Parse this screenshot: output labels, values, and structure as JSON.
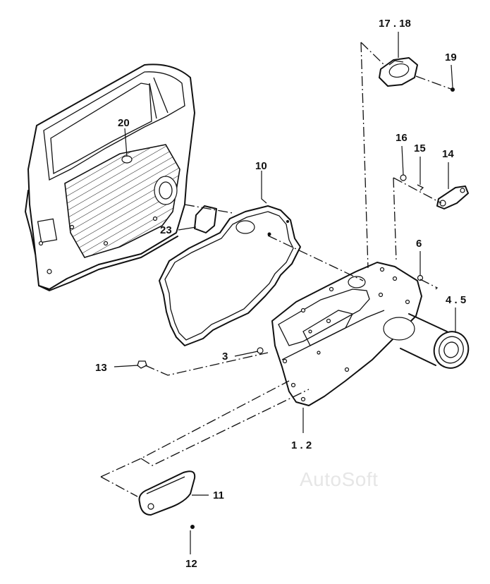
{
  "watermark": "AutoSoft",
  "callouts": {
    "c_17_18": "17 . 18",
    "c_19": "19",
    "c_16": "16",
    "c_15": "15",
    "c_14": "14",
    "c_20": "20",
    "c_10": "10",
    "c_23": "23",
    "c_6": "6",
    "c_4_5": "4 . 5",
    "c_3": "3",
    "c_13": "13",
    "c_1_2": "1 . 2",
    "c_11": "11",
    "c_12": "12"
  }
}
